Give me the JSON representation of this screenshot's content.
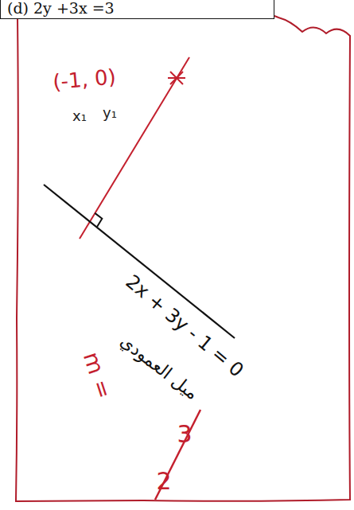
{
  "diagram": {
    "nodes": [
      {
        "text": [
          "(d) 2y +3x =3"
        ]
      }
    ],
    "labels": [
      "(-1, 0)",
      "x₁",
      "y₁",
      "2x + 3y - 1 = 0",
      "ميل العمودي",
      "m =",
      "3",
      "2"
    ]
  }
}
